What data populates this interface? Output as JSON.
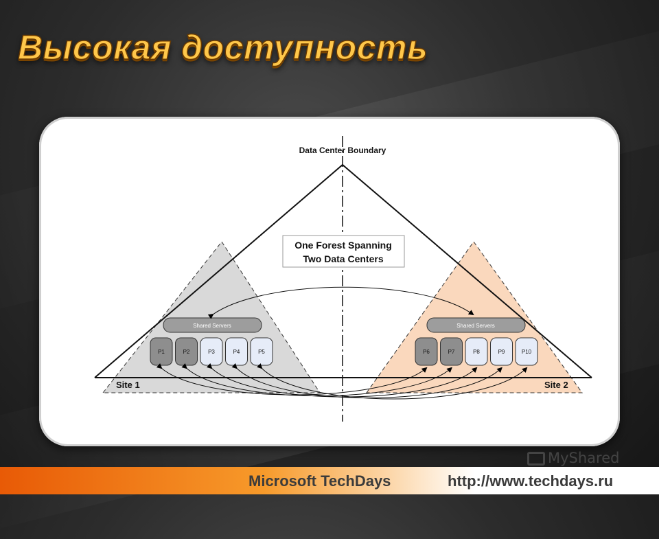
{
  "slide": {
    "title": "Высокая доступность"
  },
  "diagram": {
    "boundary_label": "Data Center Boundary",
    "forest_label_line1": "One Forest Spanning",
    "forest_label_line2": "Two Data Centers",
    "site1": {
      "label": "Site 1",
      "shared_label": "Shared Servers",
      "servers": [
        "P1",
        "P2",
        "P3",
        "P4",
        "P5"
      ],
      "fill_color": "#d9d9d9"
    },
    "site2": {
      "label": "Site 2",
      "shared_label": "Shared Servers",
      "servers": [
        "P6",
        "P7",
        "P8",
        "P9",
        "P10"
      ],
      "fill_color": "#fad8bd"
    }
  },
  "footer": {
    "event": "Microsoft TechDays",
    "url": "http://www.techdays.ru"
  },
  "watermark": {
    "text": "MyShared"
  }
}
